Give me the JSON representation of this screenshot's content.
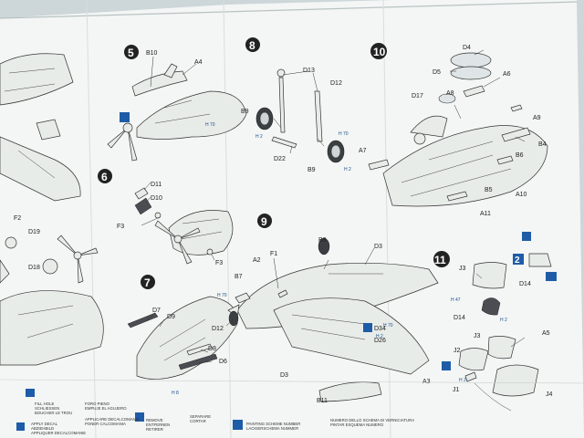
{
  "steps": [
    {
      "number": "5",
      "parts": [
        "B10",
        "A4"
      ]
    },
    {
      "number": "6",
      "parts": [
        "D11",
        "D10",
        "F3",
        "F3"
      ]
    },
    {
      "number": "7",
      "parts": [
        "D7",
        "D9",
        "D8",
        "D6"
      ]
    },
    {
      "number": "8",
      "parts": [
        "D13",
        "D12",
        "B9",
        "D22",
        "B9"
      ]
    },
    {
      "number": "9",
      "parts": [
        "F1",
        "B8",
        "D3",
        "B7",
        "A2",
        "D12",
        "D3",
        "D34",
        "D26",
        "A3",
        "B11"
      ]
    },
    {
      "number": "10",
      "parts": [
        "D4",
        "D5",
        "A6",
        "A8",
        "D17",
        "A9",
        "B4",
        "A7",
        "B6",
        "B5",
        "A10",
        "A11"
      ]
    },
    {
      "number": "11",
      "parts": [
        "J3",
        "D14",
        "D14",
        "J3",
        "A5",
        "J2",
        "J1",
        "J4"
      ]
    }
  ],
  "left_parts": [
    "F2",
    "D19",
    "D18"
  ],
  "sub_callout": "2",
  "notes": {
    "h_codes": [
      "H 70",
      "H 2",
      "H 2",
      "H 70",
      "H 70",
      "H 8",
      "H 70",
      "H 2",
      "H 47",
      "H 2",
      "H 2"
    ]
  },
  "legend": [
    {
      "lines": [
        "FILL HOLE",
        "SCHLIESSEN",
        "BOUCHER LE TROU"
      ]
    },
    {
      "lines": [
        "FORO PIENO",
        "EMPUJE EL AGUJERO"
      ]
    },
    {
      "lines": [
        "APPLY DECAL",
        "ABZIEHBILD",
        "APPLIQUER DECALCOMANIE"
      ]
    },
    {
      "lines": [
        "APPLICARE DECALCOMANIE",
        "PONER CALCOMANIA"
      ]
    },
    {
      "lines": [
        "REMOVE",
        "ENTFERNEN",
        "RETIRER"
      ]
    },
    {
      "lines": [
        "SEPARARE",
        "CORTAR"
      ]
    },
    {
      "lines": [
        "PAINTING SCHEME NUMBER",
        "LACKIERSCHEMA NUMMER"
      ]
    },
    {
      "lines": [
        "NUMERO DELLO SCHEMA DI VERNICIATURA",
        "PINTAR ESQUEMA NUMERO"
      ]
    }
  ],
  "colors": {
    "paper": "#f3f6f5",
    "accent": "#1f5ca8",
    "ink": "#222222",
    "background": "#cdd6d8"
  }
}
